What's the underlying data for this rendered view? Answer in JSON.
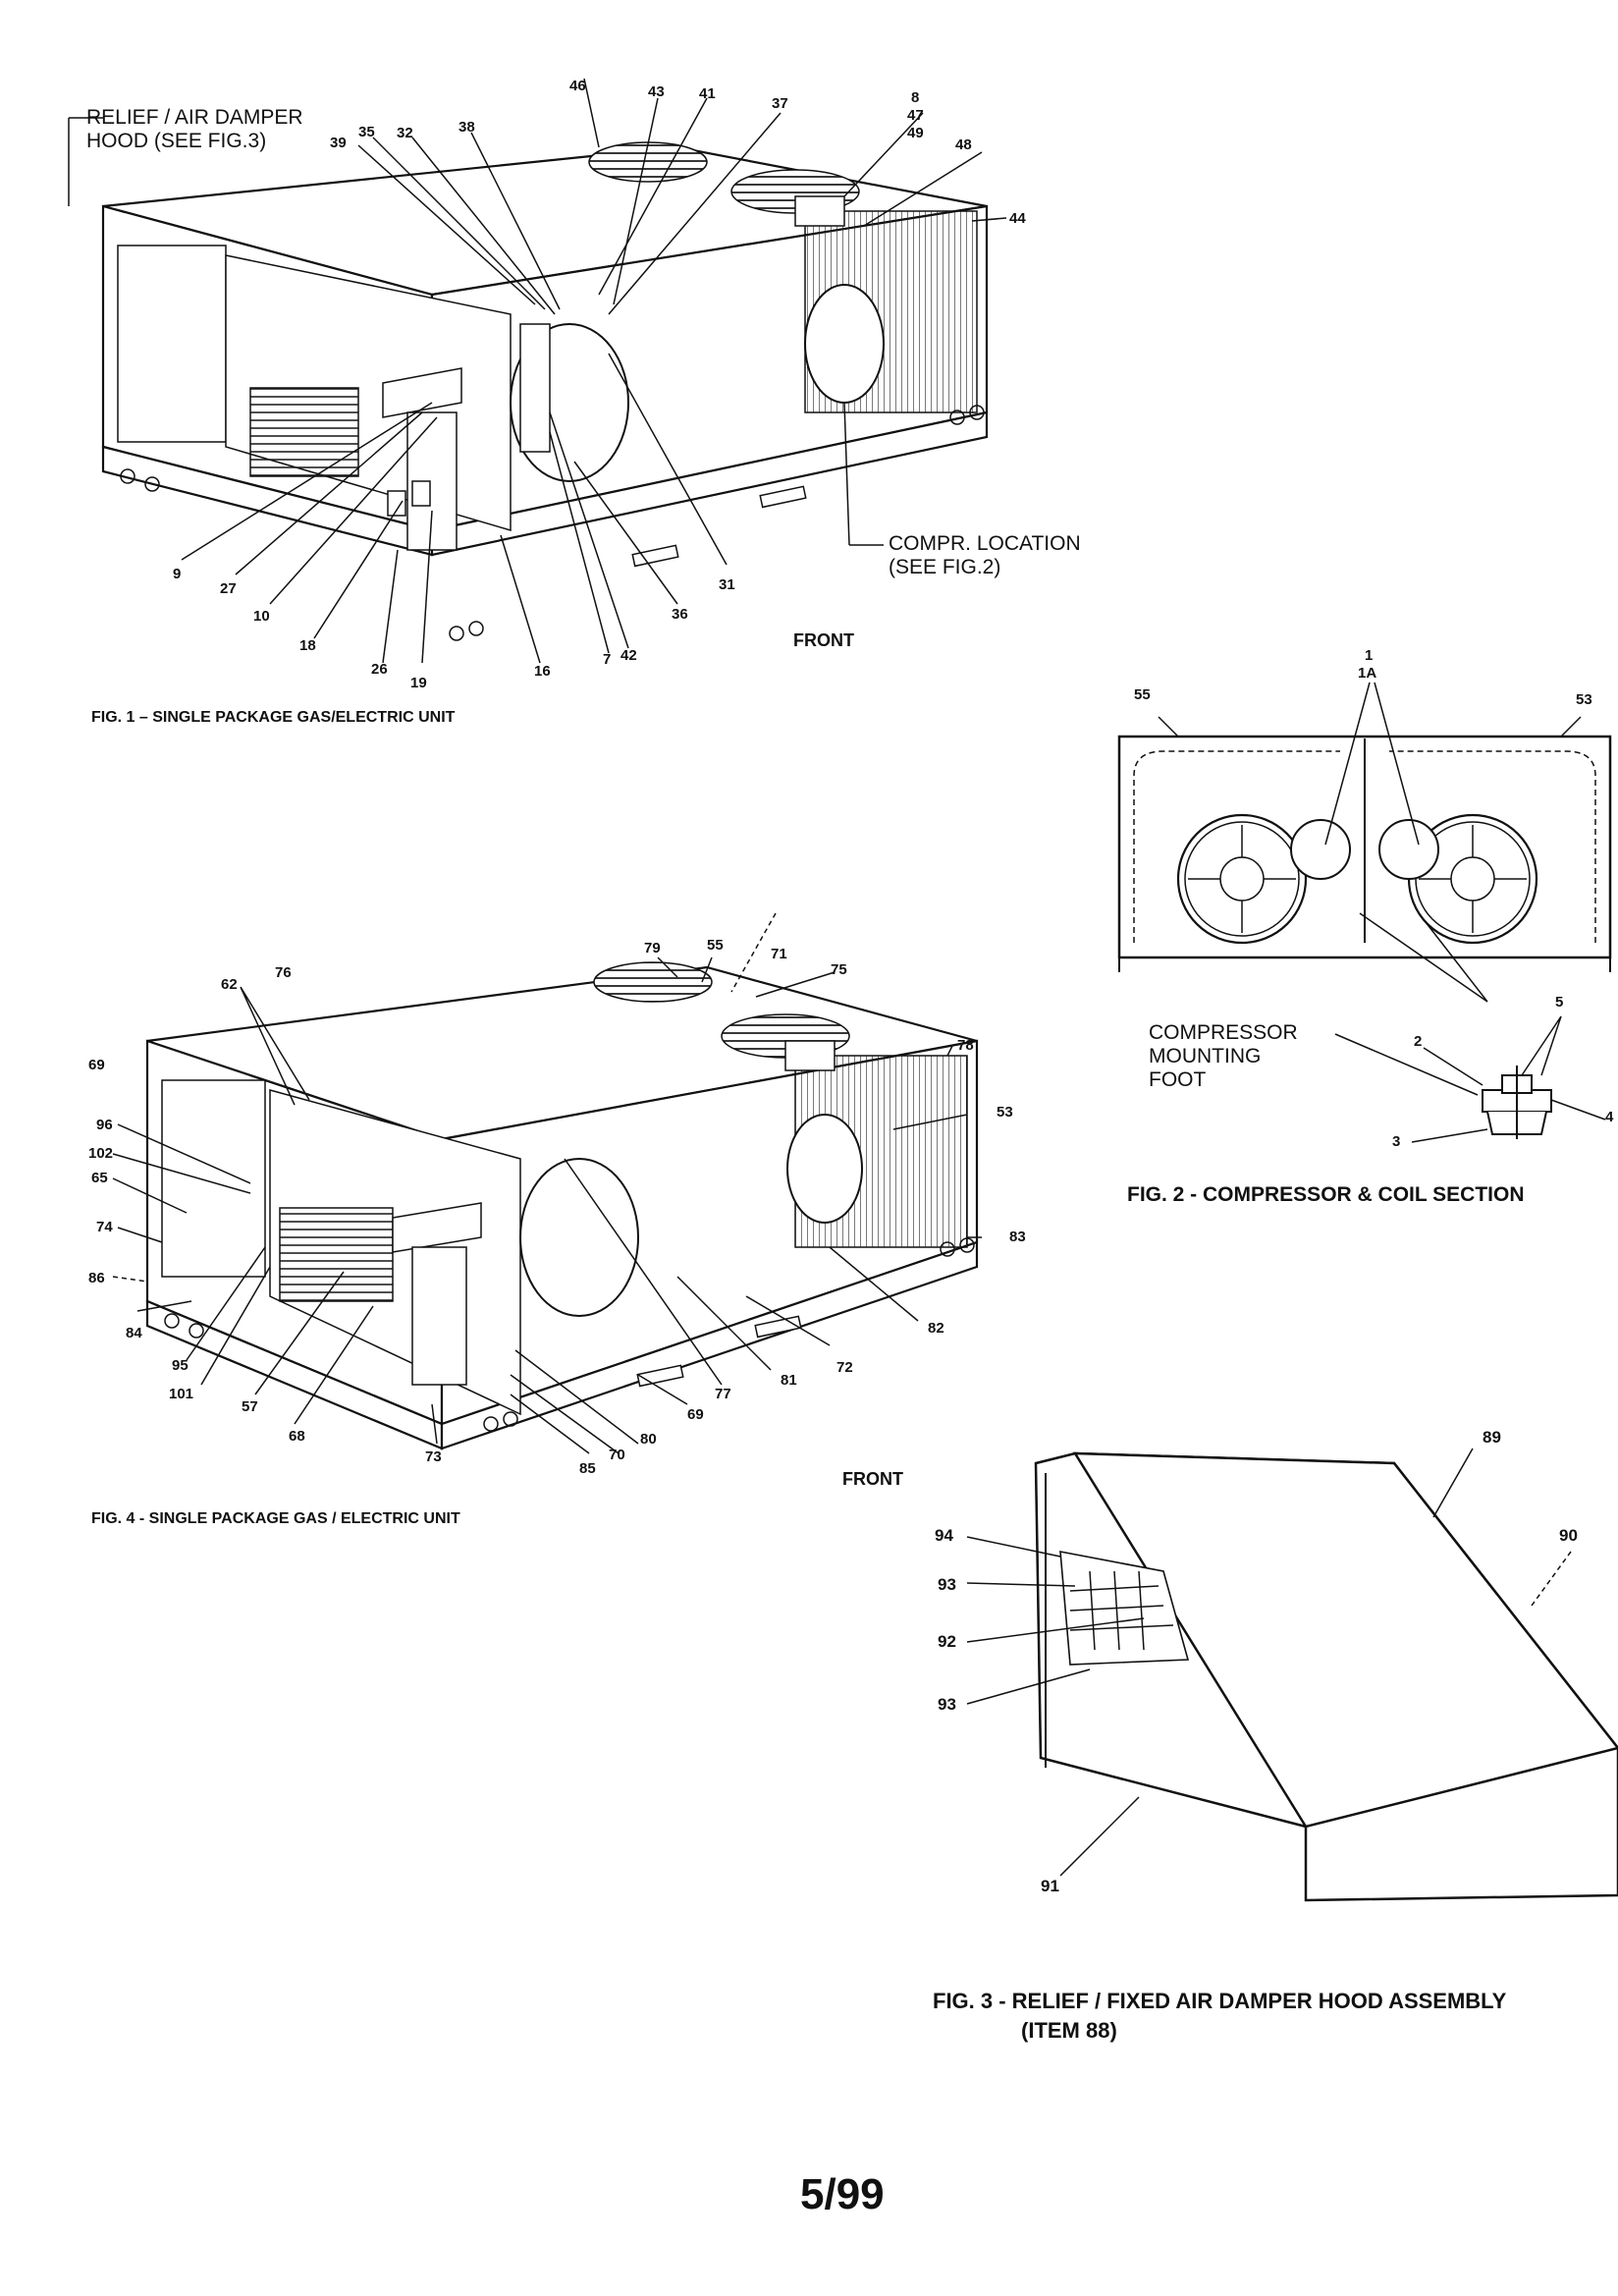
{
  "figures": {
    "fig1": {
      "caption": "FIG. 1 – SINGLE PACKAGE GAS/ELECTRIC UNIT",
      "front_label": "FRONT",
      "relief_note": [
        "RELIEF / AIR DAMPER",
        "HOOD (SEE FIG.3)"
      ],
      "compr_note": [
        "COMPR. LOCATION",
        "(SEE FIG.2)"
      ],
      "callouts": [
        "46",
        "43",
        "41",
        "37",
        "8",
        "47",
        "49",
        "48",
        "44",
        "39",
        "35",
        "32",
        "38",
        "9",
        "27",
        "10",
        "18",
        "26",
        "19",
        "16",
        "7",
        "42",
        "36",
        "31"
      ]
    },
    "fig2": {
      "caption": "FIG. 2 - COMPRESSOR & COIL SECTION",
      "mount_note": [
        "COMPRESSOR",
        "MOUNTING",
        "FOOT"
      ],
      "callouts": [
        "55",
        "1",
        "1A",
        "53",
        "5",
        "2",
        "3",
        "4"
      ]
    },
    "fig3": {
      "caption_line1": "FIG. 3 - RELIEF / FIXED AIR DAMPER HOOD ASSEMBLY",
      "caption_line2": "(ITEM 88)",
      "callouts": [
        "89",
        "90",
        "94",
        "93",
        "92",
        "93",
        "91"
      ]
    },
    "fig4": {
      "caption": "FIG. 4 - SINGLE PACKAGE GAS / ELECTRIC UNIT",
      "front_label": "FRONT",
      "callouts": [
        "79",
        "55",
        "71",
        "75",
        "62",
        "76",
        "78",
        "69",
        "96",
        "102",
        "65",
        "53",
        "74",
        "83",
        "86",
        "84",
        "95",
        "101",
        "57",
        "68",
        "73",
        "85",
        "70",
        "80",
        "69",
        "77",
        "81",
        "72",
        "82"
      ]
    }
  },
  "page_number": "5/99"
}
